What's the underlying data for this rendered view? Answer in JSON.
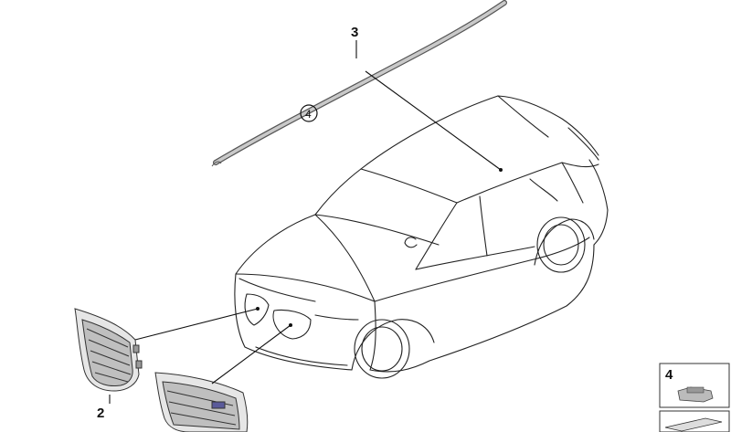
{
  "callouts": {
    "part_2": "2",
    "part_3": "3",
    "part_4_circled": "4",
    "legend_4": "4"
  }
}
